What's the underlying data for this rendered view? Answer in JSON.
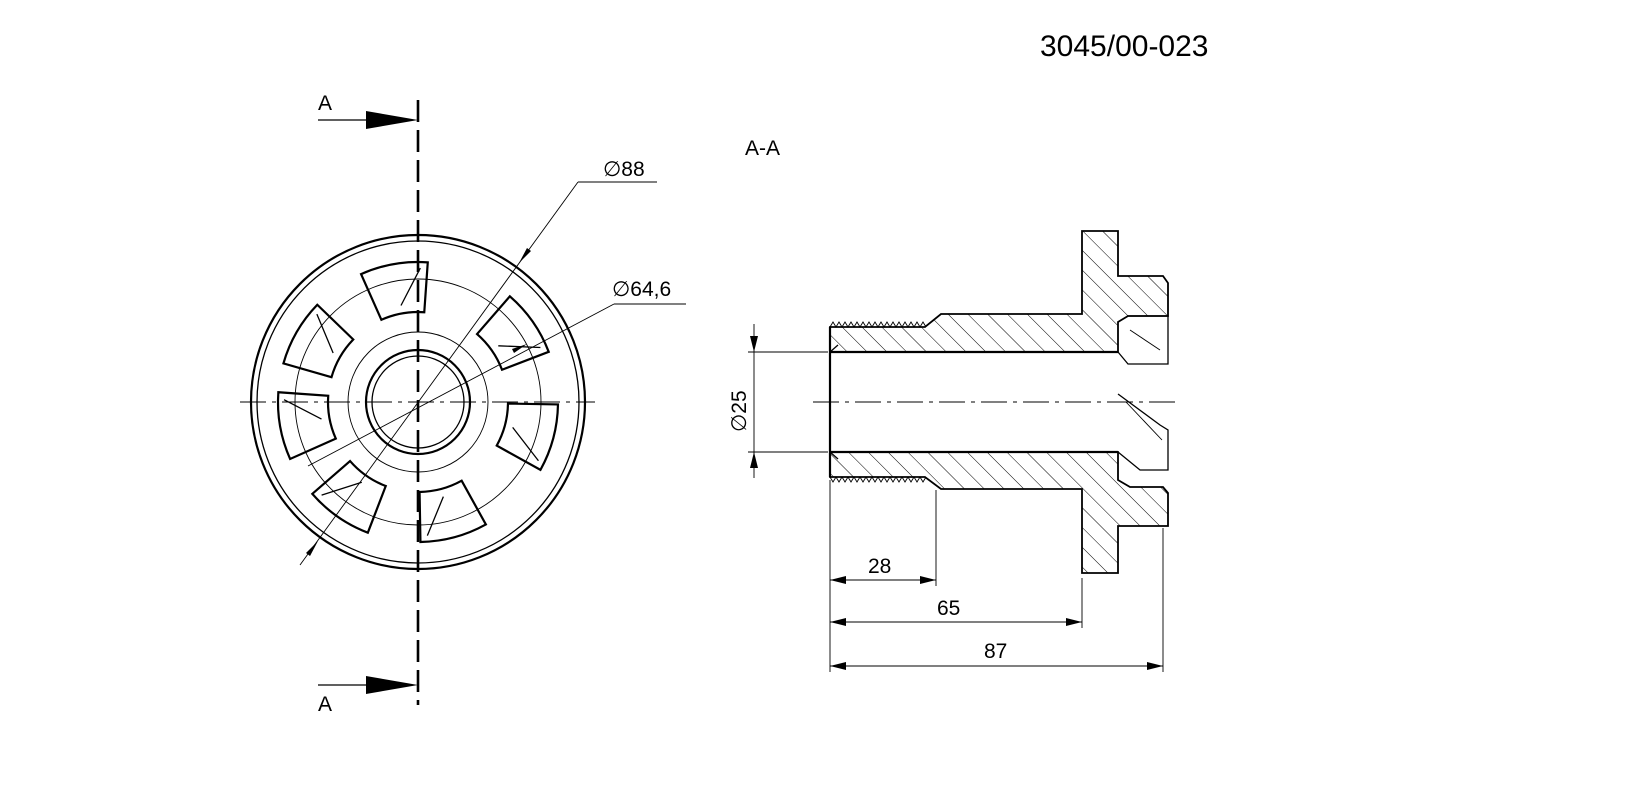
{
  "drawing_number": "3045/00-023",
  "section": {
    "view_label": "A-A",
    "marker_top": "A",
    "marker_bottom": "A"
  },
  "dimensions": {
    "outer_diameter": "∅88",
    "pitch_diameter": "∅64,6",
    "bore_diameter": "∅25",
    "length_thread": "28",
    "length_to_flange": "65",
    "length_total": "87"
  },
  "colors": {
    "line": "#000000",
    "background": "#ffffff"
  }
}
